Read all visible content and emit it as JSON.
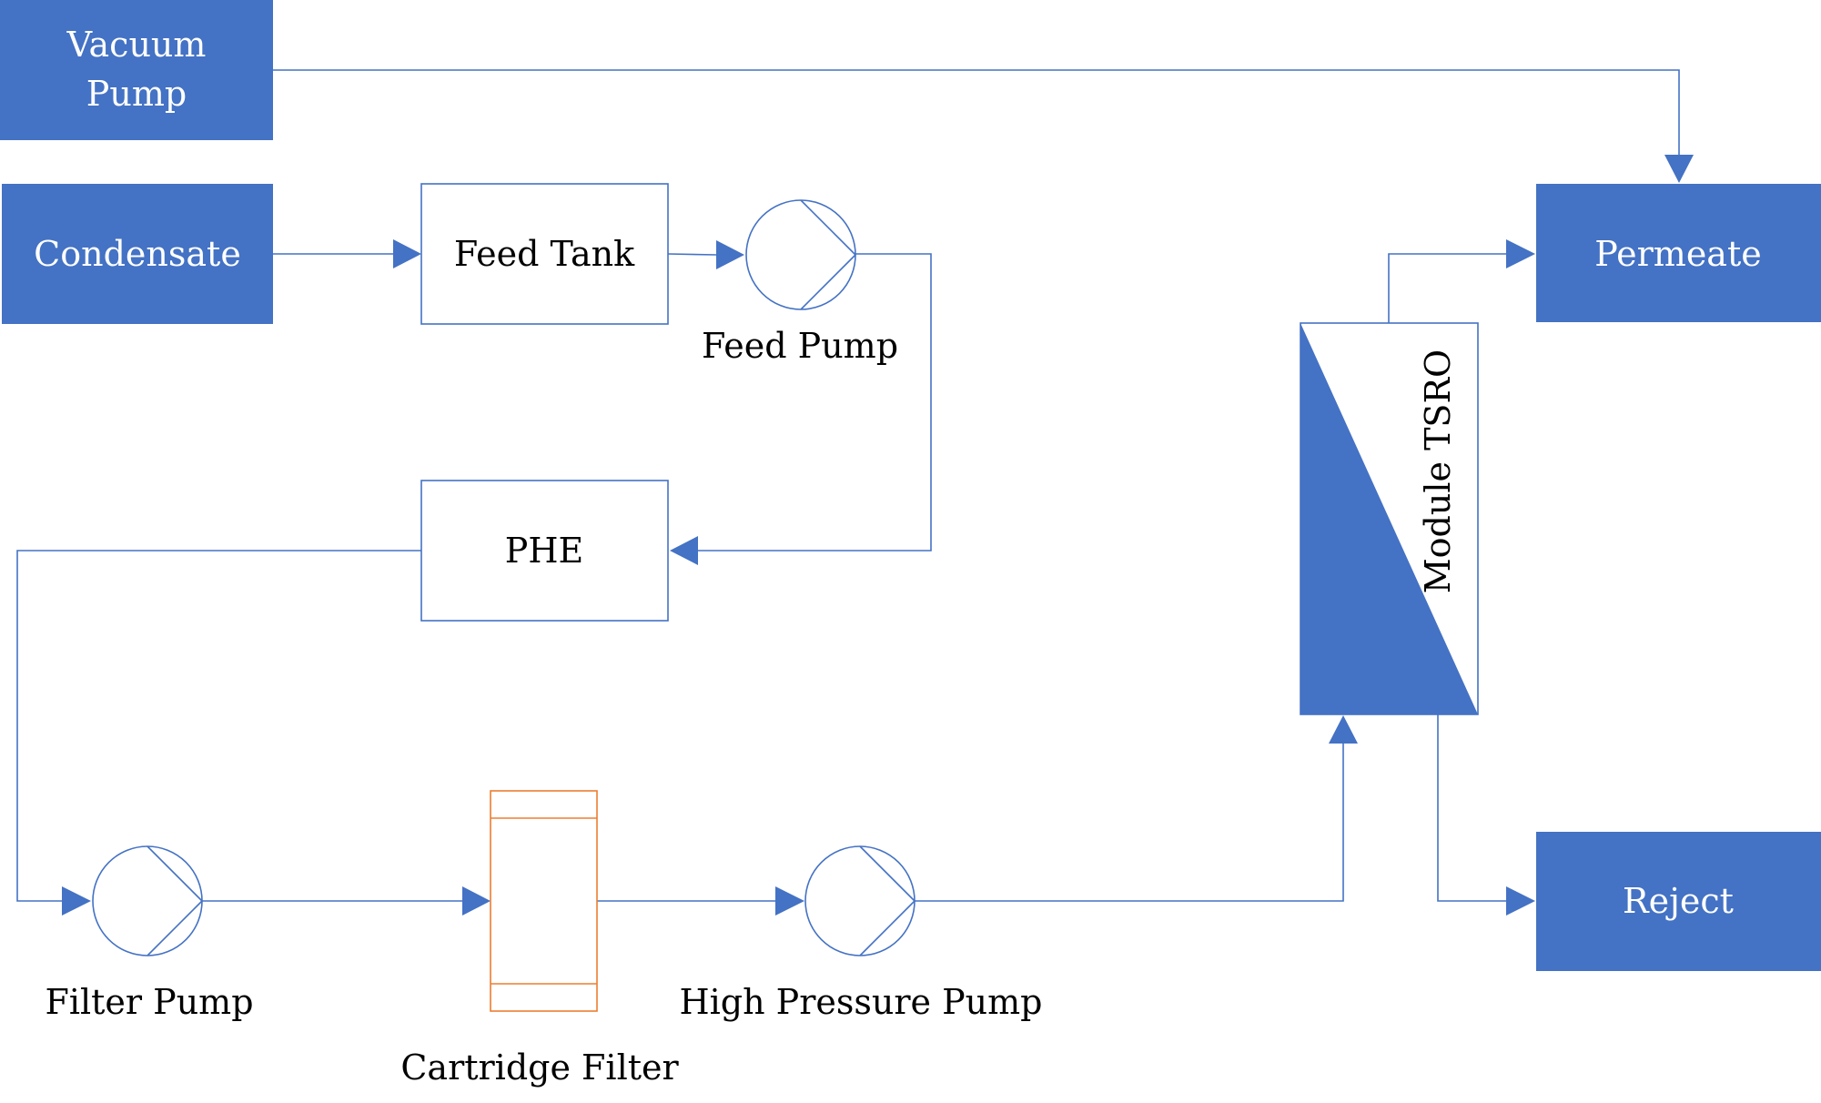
{
  "colors": {
    "fill": "#4472C4",
    "line": "#4472C4",
    "filter": "#ED7D31",
    "text_on_fill": "#ffffff",
    "text": "#000000"
  },
  "nodes": {
    "vacuum_pump_line1": "Vacuum",
    "vacuum_pump_line2": "Pump",
    "condensate": "Condensate",
    "feed_tank": "Feed Tank",
    "feed_pump": "Feed Pump",
    "phe": "PHE",
    "filter_pump": "Filter Pump",
    "cartridge_filter": "Cartridge Filter",
    "high_pressure_pump": "High Pressure Pump",
    "module_tsro": "Module TSRO",
    "permeate": "Permeate",
    "reject": "Reject"
  },
  "icons": {
    "pump": "pump-icon",
    "filter": "cartridge-filter-icon",
    "arrow": "arrowhead-icon"
  }
}
